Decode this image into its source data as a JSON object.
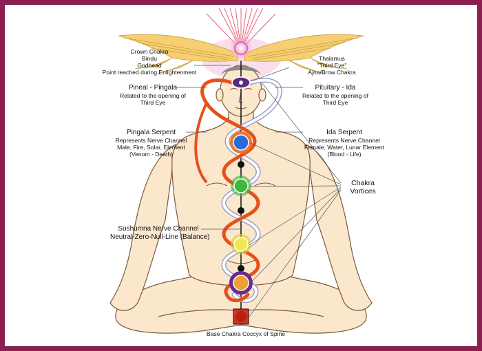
{
  "colors": {
    "border": "#8b1f52",
    "skin": "#fae6c8",
    "outline": "#7a5a3a",
    "pingala": "#e8501a",
    "ida": "#c8cde8",
    "wings": "#f0c060",
    "crown_glow": "#f0a0c8"
  },
  "labels": {
    "crown": [
      "Crown Chakra",
      "Bindu",
      "Godhead",
      "Point reached during Enlightenment"
    ],
    "thalamus": [
      "Thalamus",
      "\"Third Eye\"",
      "Ajna/Brow Chakra"
    ],
    "pineal_title": "Pineal - Pingala",
    "pineal_desc": [
      "Related to the opening of",
      "Third Eye"
    ],
    "pituitary_title": "Pituitary - Ida",
    "pituitary_desc": [
      "Related to the opening of",
      "Third Eye"
    ],
    "pingala_title": "Pingala Serpent",
    "pingala_desc": [
      "Represents Nerve Channel",
      "Male, Fire, Solar, Element",
      "(Venom - Death)"
    ],
    "ida_title": "Ida Serpent",
    "ida_desc": [
      "Represents Nerve Channel",
      "Female, Water, Lunar Element",
      "(Blood - Life)"
    ],
    "vortices": [
      "Chakra",
      "Vortices"
    ],
    "sushumna": [
      "Sushumna Nerve Channel",
      "Neutral-Zero-Null-Line (Balance)"
    ],
    "base": "Base Chakra Coccyx of Spine"
  },
  "chakras": [
    {
      "name": "crown",
      "color": "#e070c0"
    },
    {
      "name": "brow",
      "color": "#6a3aa0"
    },
    {
      "name": "throat",
      "color": "#2a6ad8"
    },
    {
      "name": "heart",
      "color": "#3cb83c"
    },
    {
      "name": "solar-plexus",
      "color": "#e8e040"
    },
    {
      "name": "sacral",
      "color": "#f0a030"
    },
    {
      "name": "root",
      "color": "#d83020"
    }
  ]
}
